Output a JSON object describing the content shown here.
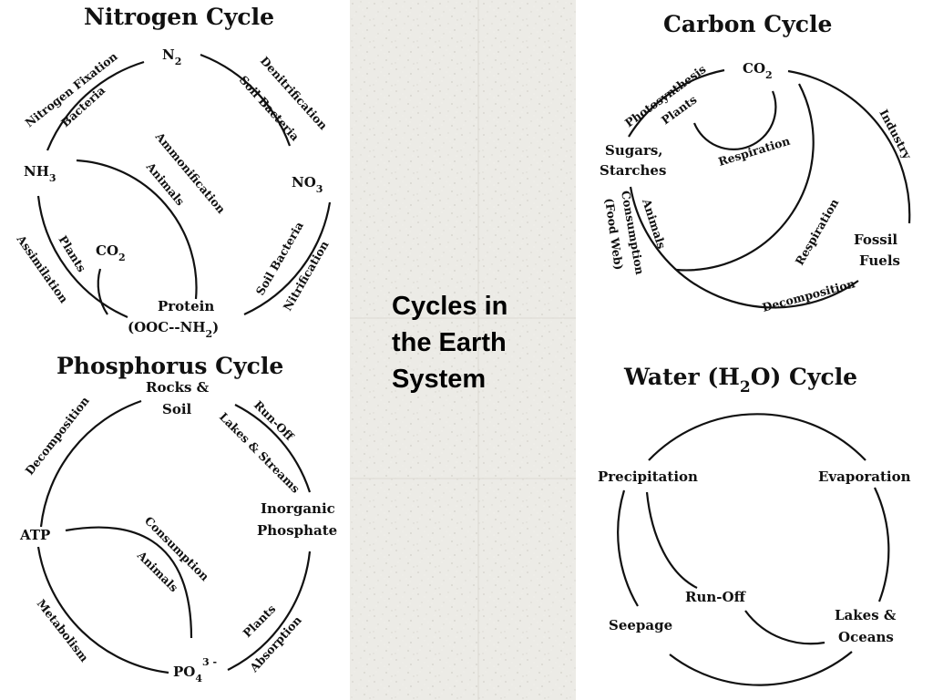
{
  "center_title": [
    "Cycles in",
    "the Earth",
    "System"
  ],
  "nitrogen": {
    "title": "Nitrogen Cycle",
    "n2": "N",
    "n2_sub": "2",
    "nh3": "NH",
    "nh3_sub": "3",
    "no3": "NO",
    "no3_sub": "3",
    "co2": "CO",
    "co2_sub": "2",
    "protein": "Protein",
    "protein_formula_a": "(OOC--NH",
    "protein_formula_sub": "2",
    "protein_formula_b": ")",
    "nitrogen_fixation": "Nitrogen Fixation",
    "bacteria": "Bacteria",
    "denitrification": "Denitrification",
    "soil_bacteria_1": "Soil Bacteria",
    "ammonification": "Ammonification",
    "animals": "Animals",
    "plants": "Plants",
    "assimilation": "Assimilation",
    "soil_bacteria_2": "Soil Bacteria",
    "nitrification": "Nitrification"
  },
  "carbon": {
    "title": "Carbon Cycle",
    "co2": "CO",
    "co2_sub": "2",
    "photosynthesis": "Photosynthesis",
    "plants": "Plants",
    "respiration_1": "Respiration",
    "industry": "Industry",
    "sugars": "Sugars,",
    "starches": "Starches",
    "animals": "Animals",
    "consumption": "Consumption",
    "food_web": "(Food Web)",
    "respiration_2": "Respiration",
    "fossil": "Fossil",
    "fuels": "Fuels",
    "decomposition": "Decomposition"
  },
  "phosphorus": {
    "title": "Phosphorus Cycle",
    "rocks": "Rocks &",
    "soil": "Soil",
    "decomposition": "Decomposition",
    "run_off": "Run-Off",
    "lakes_streams": "Lakes & Streams",
    "inorganic": "Inorganic",
    "phosphate": "Phosphate",
    "atp": "ATP",
    "consumption": "Consumption",
    "animals": "Animals",
    "metabolism": "Metabolism",
    "plants": "Plants",
    "absorption": "Absorption",
    "po4": "PO",
    "po4_sub": "4",
    "po4_sup": "3 -"
  },
  "water": {
    "title_a": "Water (H",
    "title_sub": "2",
    "title_b": "O) Cycle",
    "precipitation": "Precipitation",
    "evaporation": "Evaporation",
    "run_off": "Run-Off",
    "seepage": "Seepage",
    "lakes": "Lakes &",
    "oceans": "Oceans"
  }
}
